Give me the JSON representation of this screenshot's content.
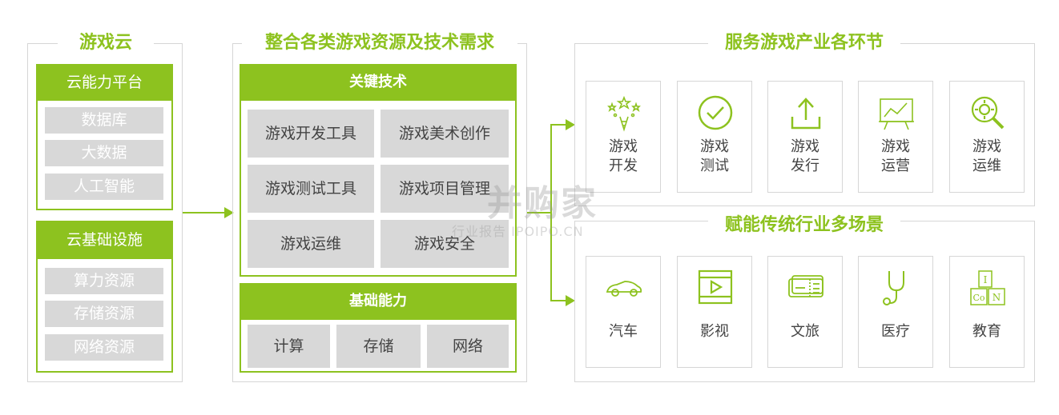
{
  "cloud": {
    "title": "游戏云",
    "platform": {
      "title": "云能力平台",
      "items": [
        "数据库",
        "大数据",
        "人工智能"
      ]
    },
    "infra": {
      "title": "云基础设施",
      "items": [
        "算力资源",
        "存储资源",
        "网络资源"
      ]
    }
  },
  "resources": {
    "title": "整合各类游戏资源及技术需求",
    "key_tech": {
      "title": "关键技术",
      "items": [
        "游戏开发工具",
        "游戏美术创作",
        "游戏测试工具",
        "游戏项目管理",
        "游戏运维",
        "游戏安全"
      ]
    },
    "base": {
      "title": "基础能力",
      "items": [
        "计算",
        "存储",
        "网络"
      ]
    }
  },
  "services": {
    "title": "服务游戏产业各环节",
    "items": [
      {
        "label": "游戏\n开发",
        "icon": "sparkle-bulb-icon"
      },
      {
        "label": "游戏\n测试",
        "icon": "check-circle-icon"
      },
      {
        "label": "游戏\n发行",
        "icon": "upload-icon"
      },
      {
        "label": "游戏\n运营",
        "icon": "chart-board-icon"
      },
      {
        "label": "游戏\n运维",
        "icon": "gear-search-icon"
      }
    ]
  },
  "scenes": {
    "title": "赋能传统行业多场景",
    "items": [
      {
        "label": "汽车",
        "icon": "car-icon"
      },
      {
        "label": "影视",
        "icon": "video-play-icon"
      },
      {
        "label": "文旅",
        "icon": "ticket-icon"
      },
      {
        "label": "医疗",
        "icon": "stethoscope-icon"
      },
      {
        "label": "教育",
        "icon": "element-blocks-icon"
      }
    ]
  },
  "watermark": {
    "brand": "并购家",
    "sub": "行业报告 IPOIPO.CN"
  },
  "colors": {
    "accent": "#8dc21f",
    "gray_cell": "#d8d8d8",
    "frame": "#d6d6d6"
  }
}
